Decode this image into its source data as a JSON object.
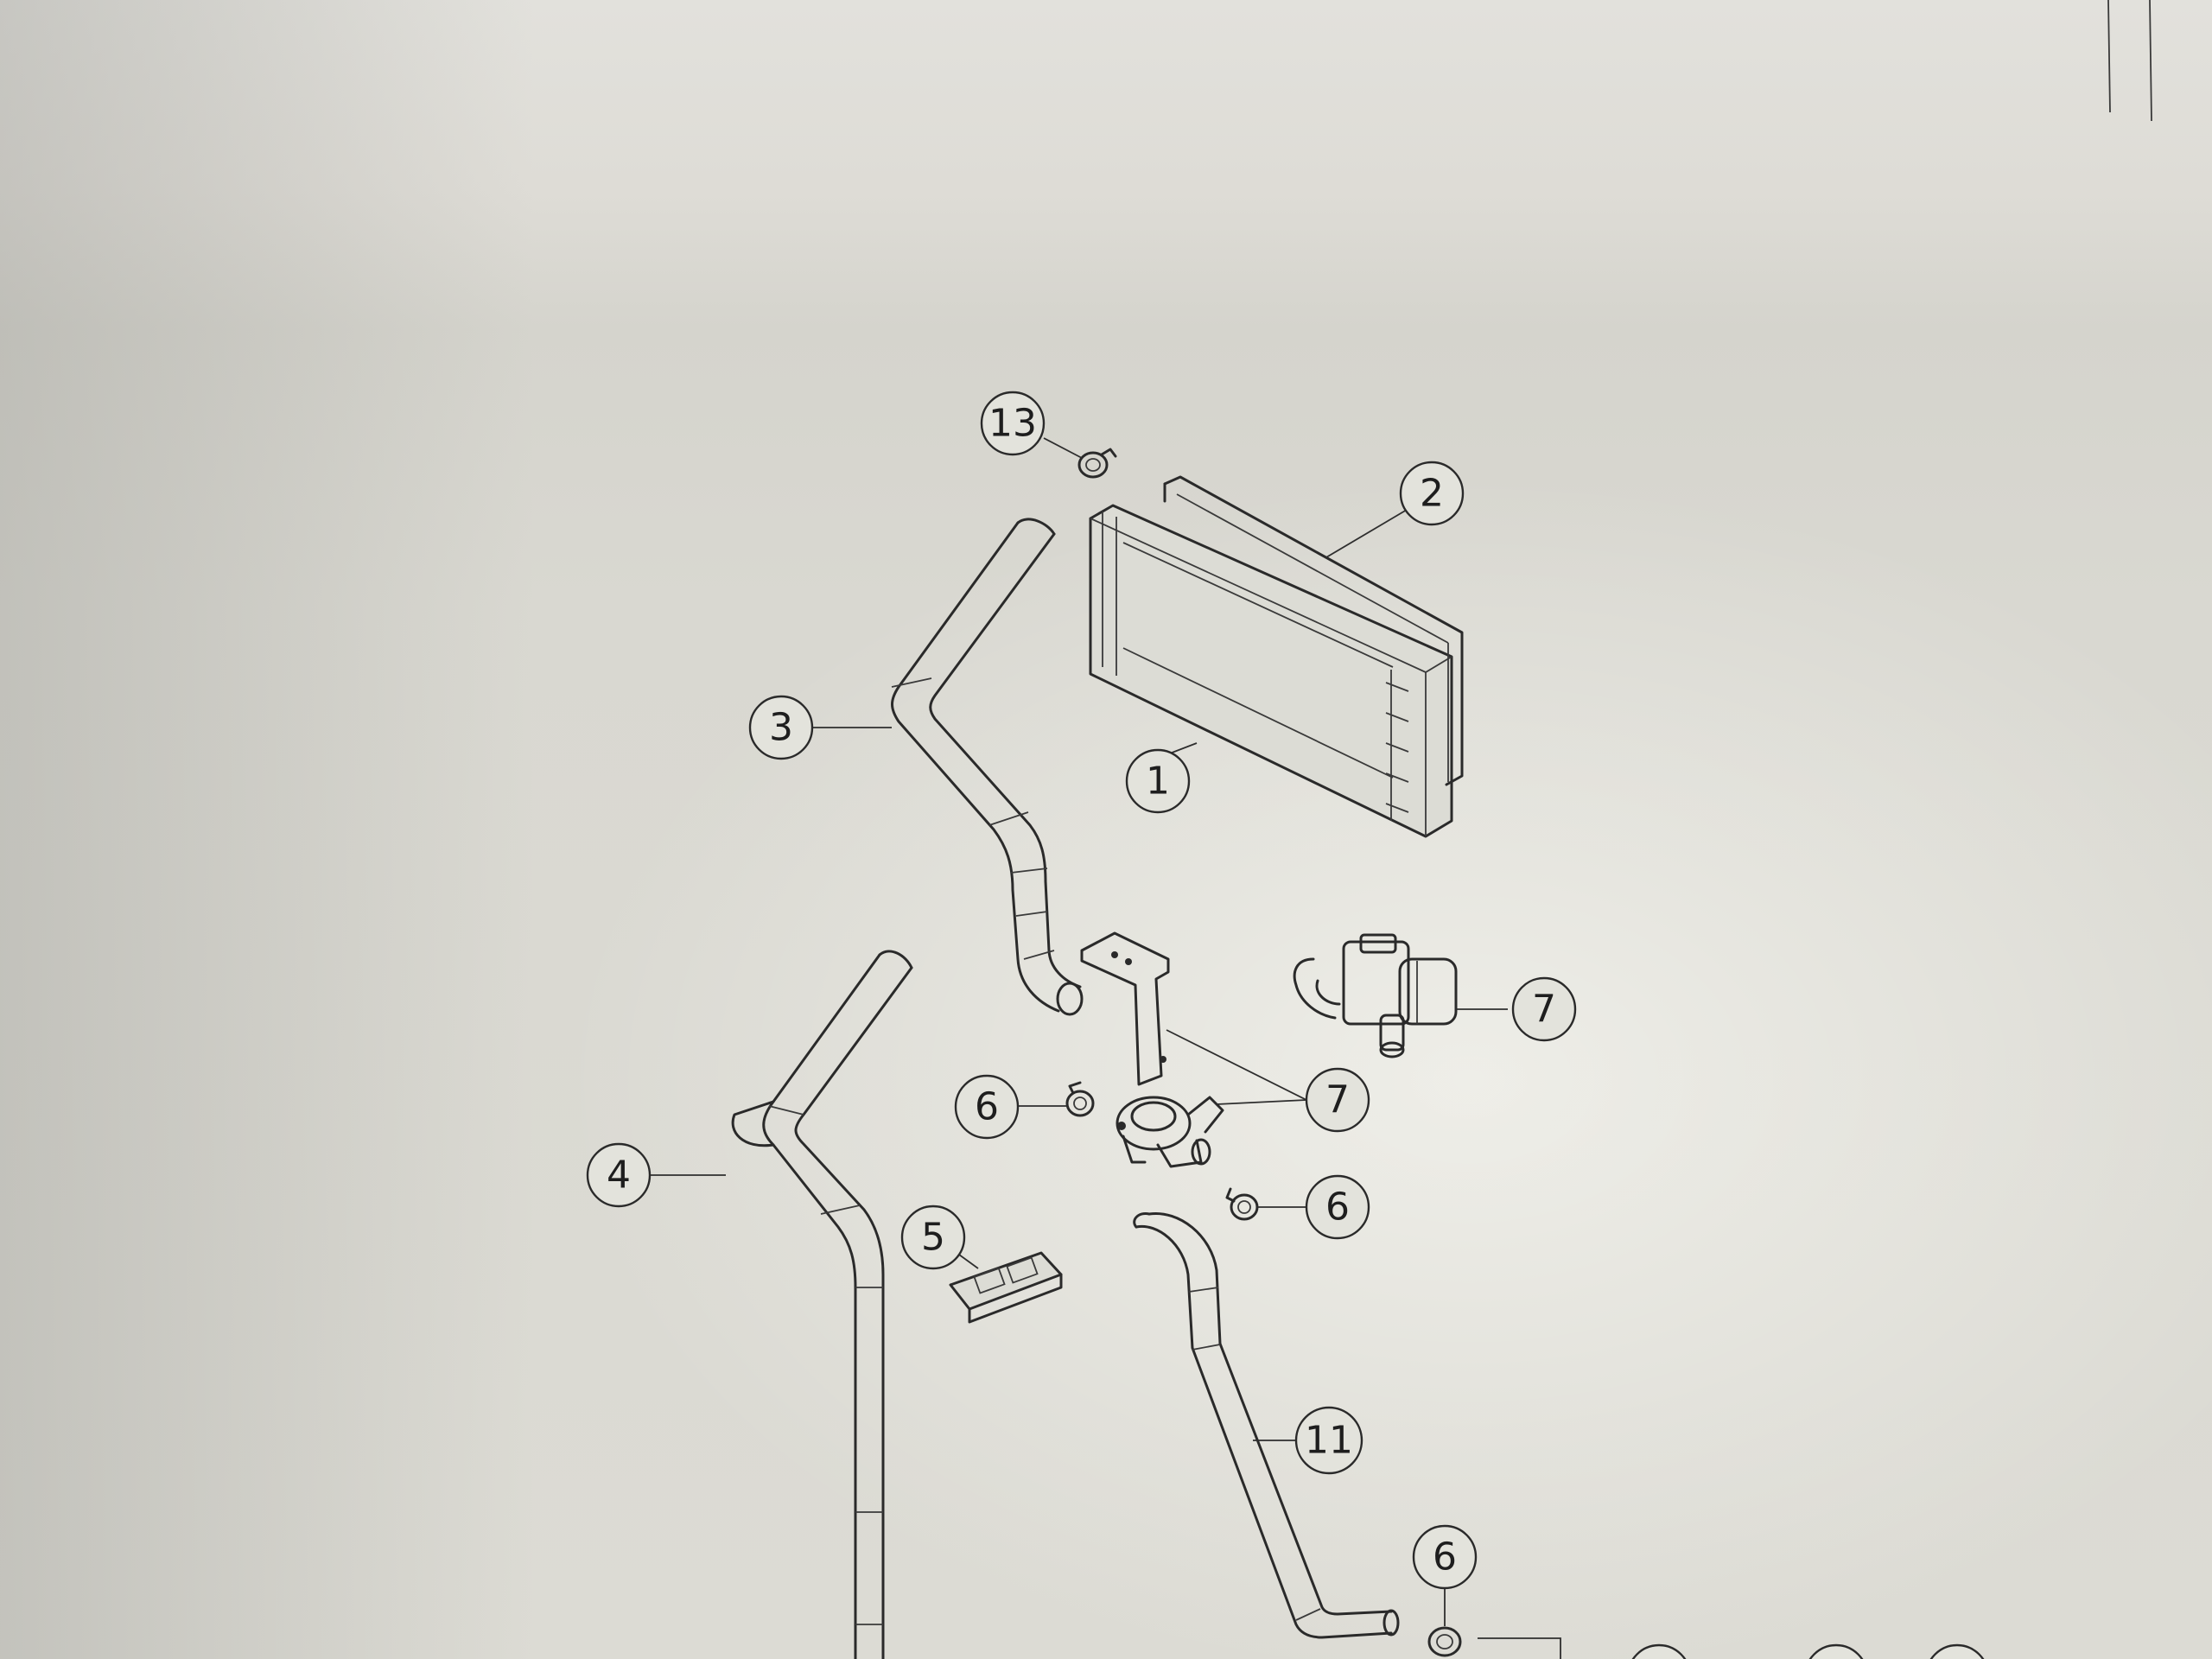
{
  "callouts": [
    {
      "id": "c13",
      "label": "13"
    },
    {
      "id": "c2",
      "label": "2"
    },
    {
      "id": "c3",
      "label": "3"
    },
    {
      "id": "c1",
      "label": "1"
    },
    {
      "id": "c7a",
      "label": "7"
    },
    {
      "id": "c7b",
      "label": "7"
    },
    {
      "id": "c6a",
      "label": "6"
    },
    {
      "id": "c6b",
      "label": "6"
    },
    {
      "id": "c4",
      "label": "4"
    },
    {
      "id": "c5",
      "label": "5"
    },
    {
      "id": "c11",
      "label": "11"
    },
    {
      "id": "c6c",
      "label": "6"
    }
  ]
}
